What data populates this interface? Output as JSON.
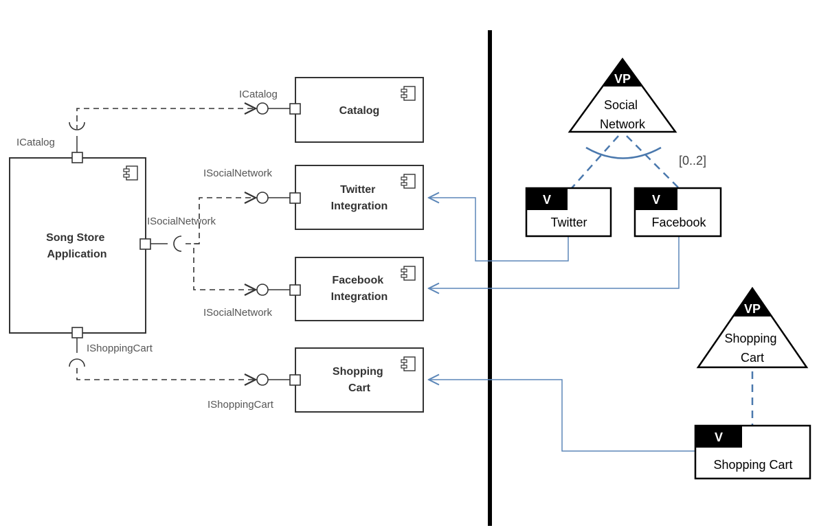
{
  "diagram": {
    "components": {
      "song_store": "Song Store\nApplication",
      "catalog": "Catalog",
      "twitter_integration": "Twitter\nIntegration",
      "facebook_integration": "Facebook\nIntegration",
      "shopping_cart": "Shopping\nCart"
    },
    "interfaces": {
      "icatalog_required": "ICatalog",
      "icatalog_provided": "ICatalog",
      "isocialnetwork_required": "ISocialNetwork",
      "isocialnetwork_twitter": "ISocialNetwork",
      "isocialnetwork_facebook": "ISocialNetwork",
      "ishoppingcart_required": "IShoppingCart",
      "ishoppingcart_provided": "IShoppingCart"
    },
    "variation_points": {
      "social_network": {
        "tag": "VP",
        "label": "Social\nNetwork",
        "cardinality": "[0..2]"
      },
      "shopping_cart": {
        "tag": "VP",
        "label": "Shopping\nCart"
      }
    },
    "variants": {
      "twitter": {
        "tag": "V",
        "label": "Twitter"
      },
      "facebook": {
        "tag": "V",
        "label": "Facebook"
      },
      "shopping_cart": {
        "tag": "V",
        "label": "Shopping Cart"
      }
    }
  },
  "colors": {
    "line": "#333333",
    "trace": "#5b86b8",
    "vp_dashed": "#4a78ad",
    "separator": "#000000"
  }
}
